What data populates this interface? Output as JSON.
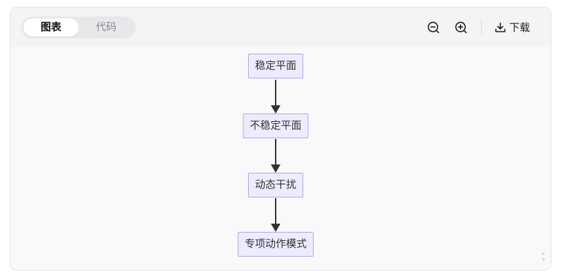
{
  "tabs": [
    {
      "label": "图表",
      "active": true
    },
    {
      "label": "代码",
      "active": false
    }
  ],
  "toolbar": {
    "download_label": "下载",
    "icons": {
      "zoom_out": "magnifier-minus",
      "zoom_in": "magnifier-plus",
      "download": "tray-down-arrow"
    }
  },
  "flowchart": {
    "type": "flowchart-top-down",
    "nodes": [
      {
        "id": 0,
        "label": "稳定平面"
      },
      {
        "id": 1,
        "label": "不稳定平面"
      },
      {
        "id": 2,
        "label": "动态干扰"
      },
      {
        "id": 3,
        "label": "专项动作模式"
      }
    ],
    "edges": [
      {
        "from": 0,
        "to": 1,
        "arrow": "down"
      },
      {
        "from": 1,
        "to": 2,
        "arrow": "down"
      },
      {
        "from": 2,
        "to": 3,
        "arrow": "down"
      }
    ]
  },
  "colors": {
    "node_fill": "#ECECFF",
    "node_border": "#b3a3dd",
    "edge": "#333333",
    "toolbar_bg": "#f4f4f5",
    "tab_group_bg": "#e8e8ea",
    "canvas_bg": "#f9f9fa",
    "panel_border": "#e3e3e6"
  }
}
